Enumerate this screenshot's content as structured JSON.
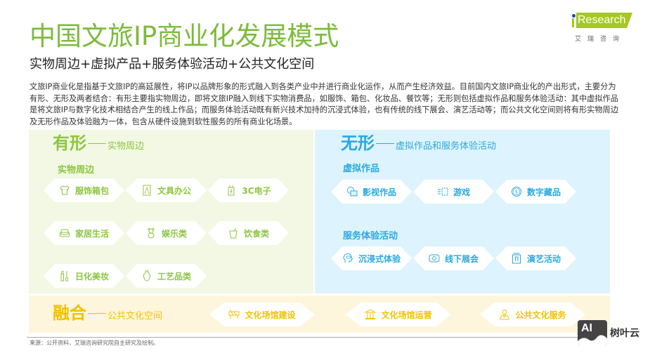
{
  "header": {
    "title": "中国文旅IP商业化发展模式",
    "subtitle": "实物周边+虚拟产品+服务体验活动+公共文化空间"
  },
  "logo": {
    "brand": "Research",
    "brand_prefix": "i",
    "cn": "艾瑞咨询",
    "accent": "#a6c823"
  },
  "intro": "文旅IP商业化是指基于文旅IP的高延展性，将IP以品牌形象的形式融入到各类产业中并进行商业化运作，从而产生经济效益。目前国内文旅IP商业化的产出形式，主要分为有形、无形及两者结合：有形主要指实物周边，即将文旅IP融入到线下实物消费品，如服饰、箱包、化妆品、餐饮等；无形则包括虚拟作品和服务体验活动：其中虚拟作品是将文旅IP与数字化技术相结合产生的线上作品；而服务体验活动既有新兴技术加持的沉浸式体验，也有传统的线下展会、演艺活动等；而公共文化空间则将有形实物周边及无形作品及体验融为一体，包含从硬件设施到软性服务的所有商业化场景。",
  "tangible": {
    "title": "有形",
    "subtitle": "实物周边",
    "color": "#8cc63f",
    "bg": "#f2f8e3",
    "group_label": "实物周边",
    "items": [
      {
        "label": "服饰箱包",
        "icon": "tshirt-icon"
      },
      {
        "label": "文具办公",
        "icon": "stationery-icon"
      },
      {
        "label": "3C电子",
        "icon": "battery-icon"
      },
      {
        "label": "家居生活",
        "icon": "sofa-icon"
      },
      {
        "label": "娱乐类",
        "icon": "teddy-bear-icon"
      },
      {
        "label": "饮食类",
        "icon": "drink-cup-icon"
      },
      {
        "label": "日化美妆",
        "icon": "lipstick-icon"
      },
      {
        "label": "工艺品类",
        "icon": "vase-icon"
      }
    ]
  },
  "intangible": {
    "title": "无形",
    "subtitle": "虚拟作品和服务体验活动",
    "color": "#2aa9df",
    "bg": "#ddf3fd",
    "virtual_label": "虚拟作品",
    "virtual_items": [
      {
        "label": "影视作品",
        "icon": "film-tv-icon"
      },
      {
        "label": "游戏",
        "icon": "game-icon"
      },
      {
        "label": "数字藏品",
        "icon": "coin-icon"
      }
    ],
    "service_label": "服务体验活动",
    "service_items": [
      {
        "label": "沉浸式体验",
        "icon": "vr-head-icon"
      },
      {
        "label": "线下展会",
        "icon": "exhibition-icon"
      },
      {
        "label": "演艺活动",
        "icon": "music-icon"
      }
    ]
  },
  "fusion": {
    "title": "融合",
    "subtitle": "公共文化空间",
    "color": "#f2c200",
    "bg": "#fdf6dc",
    "items": [
      {
        "label": "文化场馆建设",
        "icon": "construction-icon"
      },
      {
        "label": "文化场馆运营",
        "icon": "museum-icon"
      },
      {
        "label": "公共文化服务",
        "icon": "service-person-icon"
      }
    ]
  },
  "footer": {
    "source": "来源：公开资料，艾瑞咨询研究院自主研究及绘制。"
  },
  "watermark": {
    "badge": "AI",
    "text": "树叶云"
  }
}
